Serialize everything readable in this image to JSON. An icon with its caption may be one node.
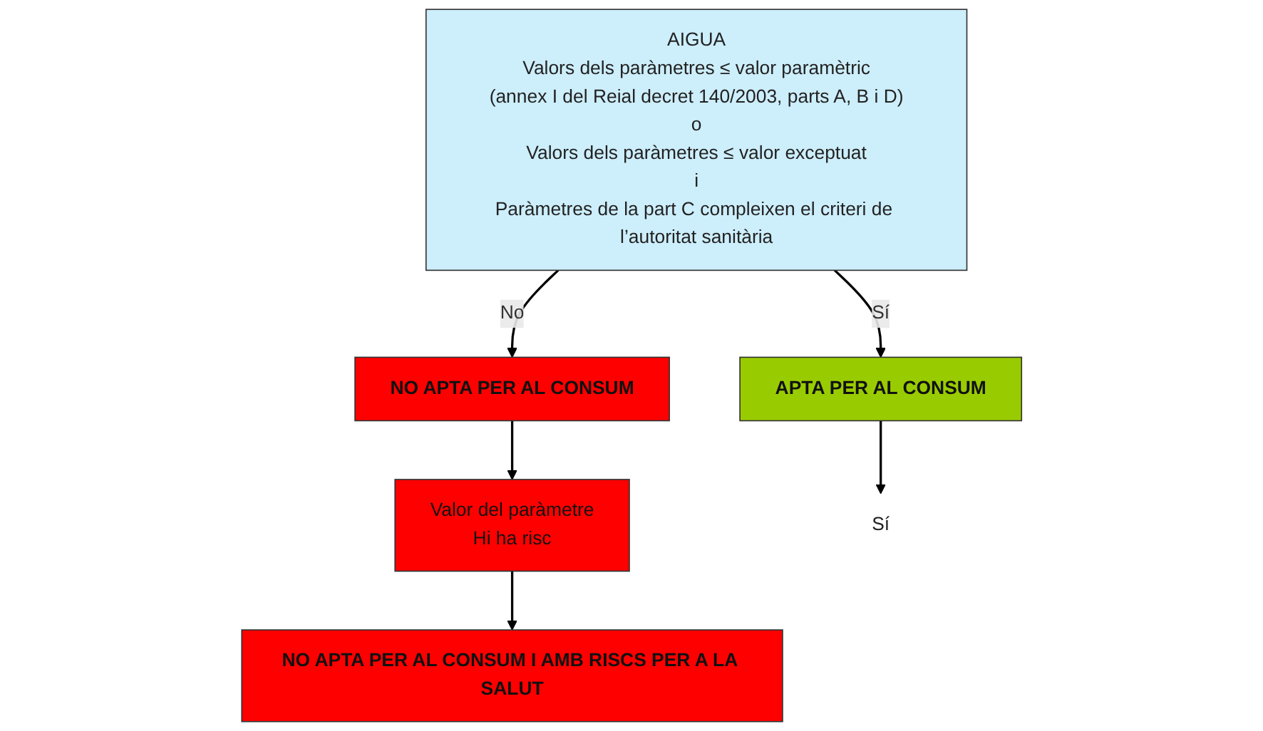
{
  "diagram": {
    "nodes": [
      {
        "text": [
          "AIGUA",
          "Valors dels paràmetres ≤ valor paramètric",
          "(annex I del Reial decret 140/2003, parts A, B i D)",
          "o",
          "Valors dels paràmetres ≤ valor exceptuat",
          "i",
          "Paràmetres de la part C compleixen el criteri de l’autoritat sanitària"
        ]
      },
      {
        "text": [
          "NO APTA PER AL CONSUM"
        ]
      },
      {
        "text": [
          "Valor del paràmetre",
          "Hi ha risc"
        ]
      },
      {
        "text": [
          "APTA PER AL CONSUM"
        ]
      },
      {
        "text": [
          "NO APTA PER AL CONSUM I AMB RISCS PER A LA SALUT"
        ]
      },
      {
        "text": [
          "Sí"
        ]
      }
    ],
    "edges": [
      {
        "from": 0,
        "to": 1,
        "arrow": "to",
        "label": "No"
      },
      {
        "from": 1,
        "to": 2,
        "arrow": "to"
      },
      {
        "from": 2,
        "to": 4,
        "arrow": "to"
      },
      {
        "from": 0,
        "to": 3,
        "arrow": "to",
        "label": "Sí"
      },
      {
        "from": 3,
        "to": 5,
        "arrow": "to"
      }
    ]
  }
}
